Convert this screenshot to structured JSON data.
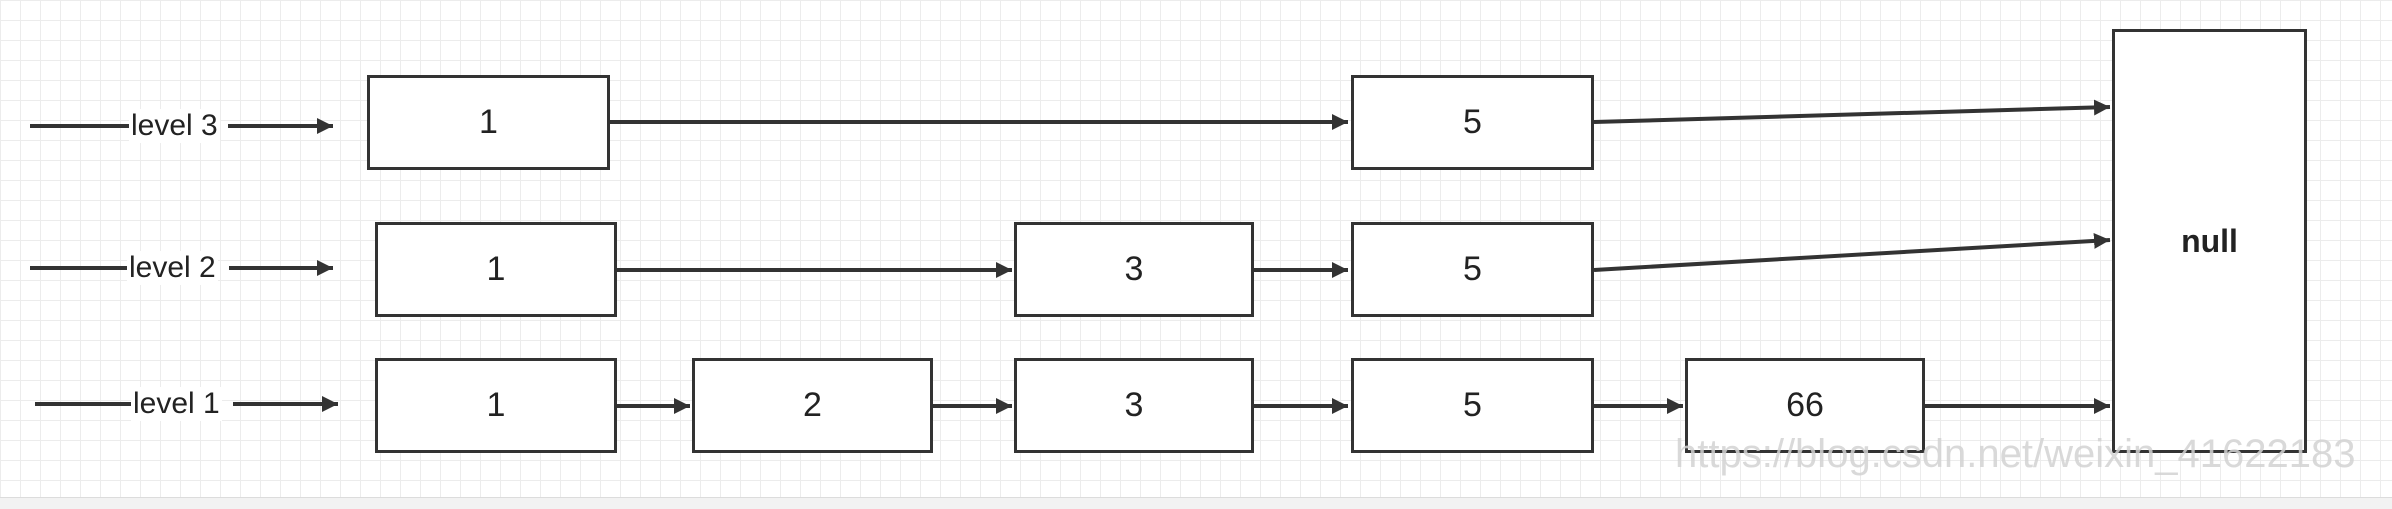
{
  "diagram": {
    "levels": [
      {
        "label": "level 3",
        "nodes": [
          "1",
          "5"
        ]
      },
      {
        "label": "level 2",
        "nodes": [
          "1",
          "3",
          "5"
        ]
      },
      {
        "label": "level 1",
        "nodes": [
          "1",
          "2",
          "3",
          "5",
          "66"
        ]
      }
    ],
    "terminal": "null",
    "watermark": "https://blog.csdn.net/weixin_41622183"
  },
  "colors": {
    "stroke": "#333333",
    "grid": "#ececec",
    "background": "#ffffff"
  }
}
